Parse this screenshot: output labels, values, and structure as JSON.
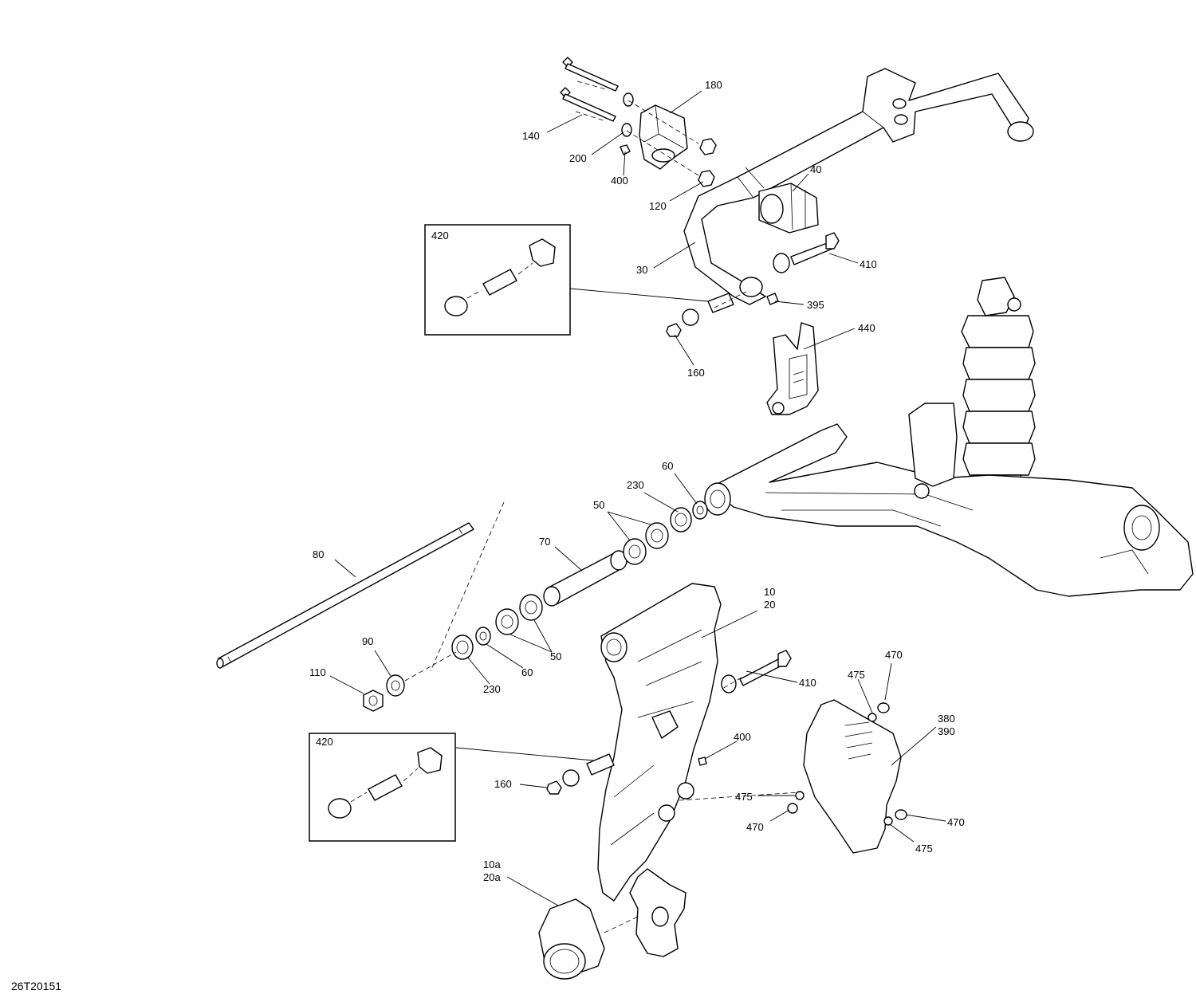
{
  "diagram": {
    "caption": "26T20151",
    "callouts": {
      "c180": "180",
      "c140": "140",
      "c200": "200",
      "c400a": "400",
      "c120": "120",
      "c40": "40",
      "c30": "30",
      "c410a": "410",
      "c395": "395",
      "c420a": "420",
      "c160a": "160",
      "c440": "440",
      "c60a": "60",
      "c230a": "230",
      "c50a": "50",
      "c70": "70",
      "c80": "80",
      "c10": "10",
      "c20": "20",
      "c50b": "50",
      "c60b": "60",
      "c230b": "230",
      "c90": "90",
      "c110": "110",
      "c410b": "410",
      "c470a": "470",
      "c475a": "475",
      "c380": "380",
      "c390": "390",
      "c420b": "420",
      "c400b": "400",
      "c160b": "160",
      "c475b": "475",
      "c470b": "470",
      "c470c": "470",
      "c475c": "475",
      "c10a": "10a",
      "c20a": "20a"
    }
  }
}
